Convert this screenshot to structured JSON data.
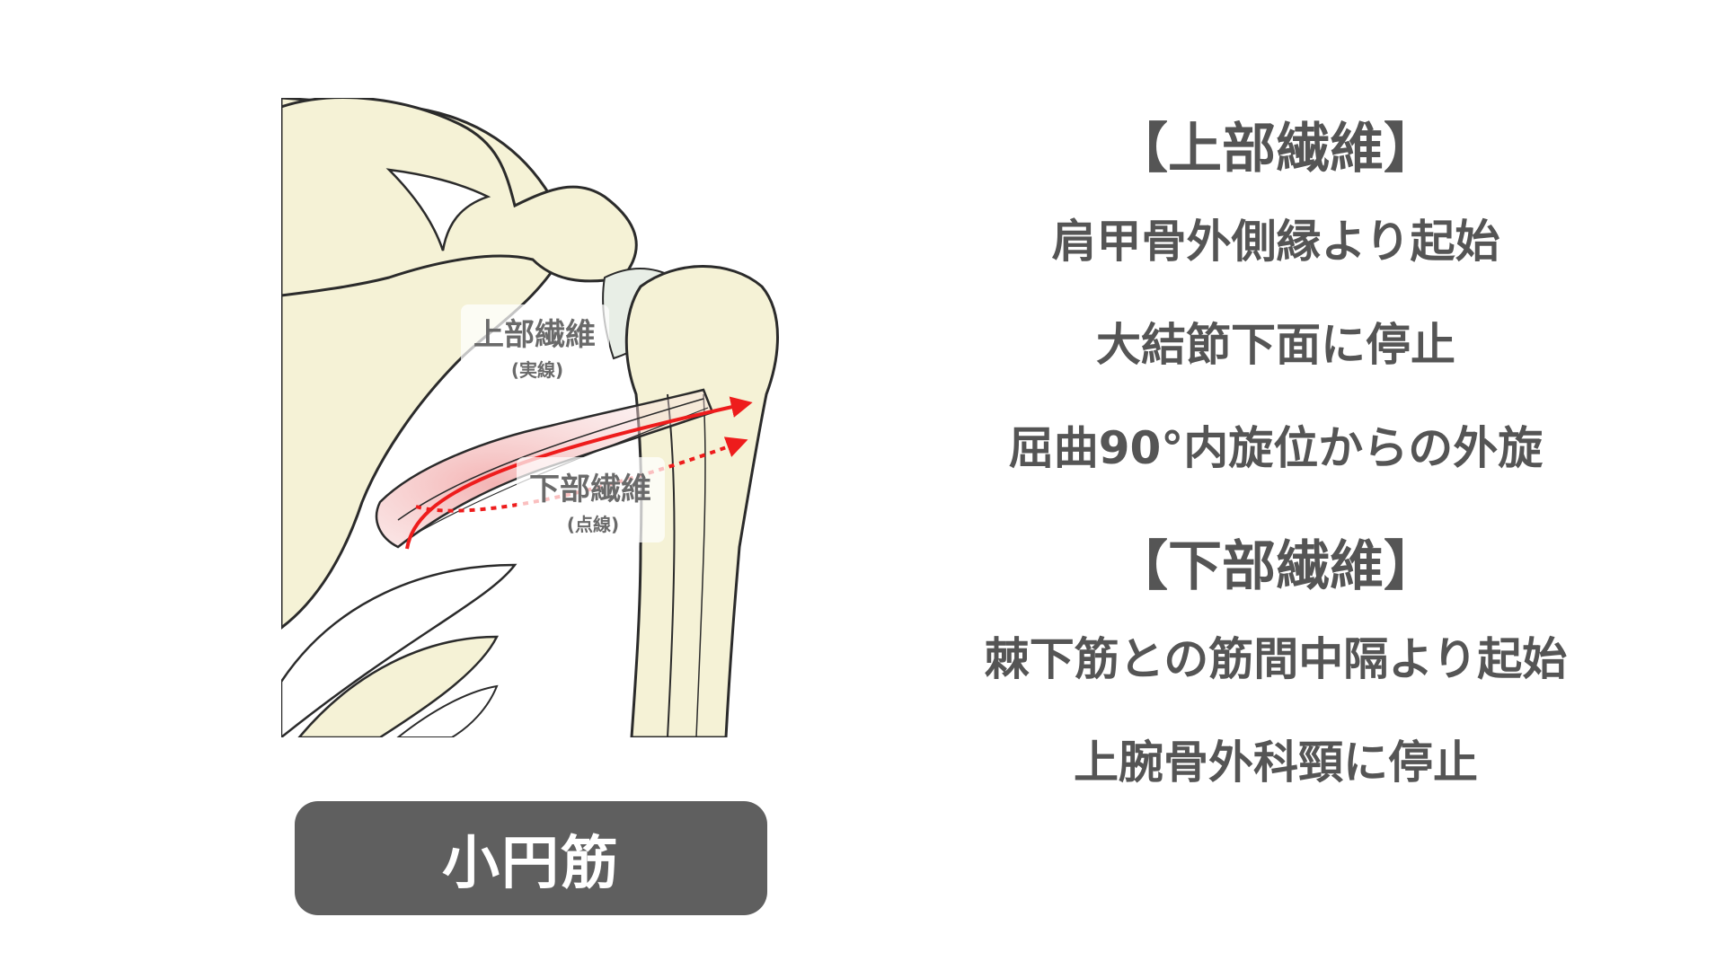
{
  "figure": {
    "label_upper": "上部繊維",
    "label_upper_sub": "(実線)",
    "label_lower": "下部繊維",
    "label_lower_sub": "(点線)",
    "colors": {
      "bone_fill": "#f5f2d6",
      "bone_stroke": "#2b2b2b",
      "scapula_shadow": "#e8eee6",
      "muscle_fill": "#f6c9c9",
      "arrow": "#ee1c1c"
    }
  },
  "title": "小円筋",
  "sections": [
    {
      "heading": "【上部繊維】",
      "lines": [
        "肩甲骨外側縁より起始",
        "大結節下面に停止",
        "屈曲90°内旋位からの外旋"
      ]
    },
    {
      "heading": "【下部繊維】",
      "lines": [
        "棘下筋との筋間中隔より起始",
        "上腕骨外科頸に停止"
      ]
    }
  ]
}
